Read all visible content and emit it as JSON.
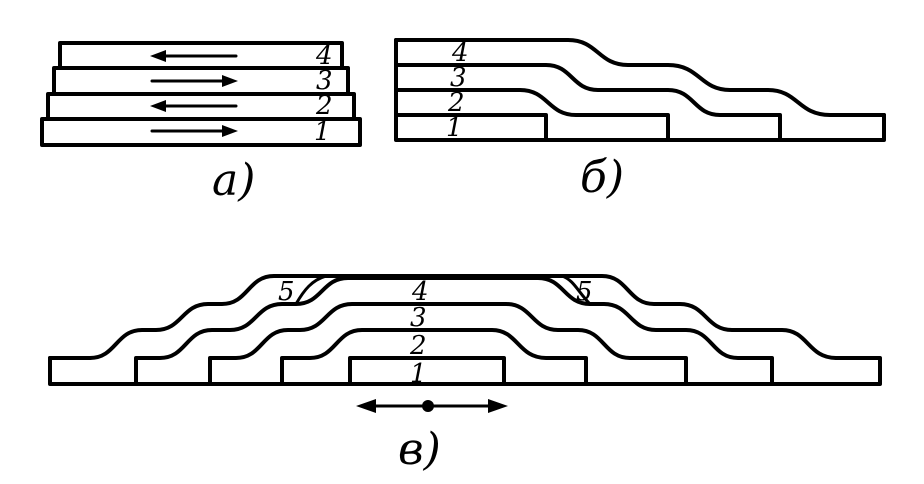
{
  "figures": {
    "a": {
      "caption": "а)",
      "layers": [
        {
          "label": "1",
          "arrow": "right"
        },
        {
          "label": "2",
          "arrow": "left"
        },
        {
          "label": "3",
          "arrow": "right"
        },
        {
          "label": "4",
          "arrow": "left"
        }
      ]
    },
    "b": {
      "caption": "б)",
      "layers": [
        "1",
        "2",
        "3",
        "4"
      ]
    },
    "v": {
      "caption": "в)",
      "layers": [
        "1",
        "2",
        "3",
        "4"
      ],
      "side_labels": [
        "5",
        "5"
      ]
    }
  },
  "colors": {
    "line": "#000000",
    "background": "#ffffff"
  }
}
